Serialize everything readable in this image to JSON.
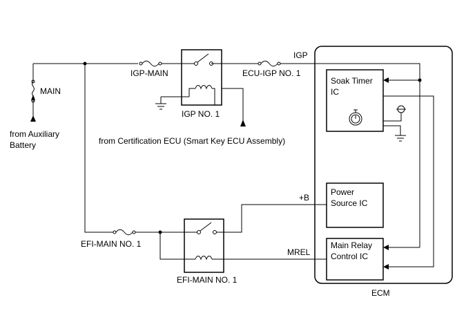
{
  "labels": {
    "main_fuse": "MAIN",
    "aux_battery": [
      "from Auxiliary",
      "Battery"
    ],
    "igp_main": "IGP-MAIN",
    "igp_relay": "IGP NO. 1",
    "ecu_igp": "ECU-IGP NO. 1",
    "igp": "IGP",
    "cert_ecu": "from Certification ECU (Smart Key ECU Assembly)",
    "soak_timer": [
      "Soak Timer",
      "IC"
    ],
    "power_source": [
      "Power",
      "Source IC"
    ],
    "main_relay": [
      "Main Relay",
      "Control IC"
    ],
    "plus_b": "+B",
    "mrel": "MREL",
    "efi_main_fuse": "EFI-MAIN NO. 1",
    "efi_main_relay": "EFI-MAIN NO. 1",
    "ecm": "ECM"
  }
}
